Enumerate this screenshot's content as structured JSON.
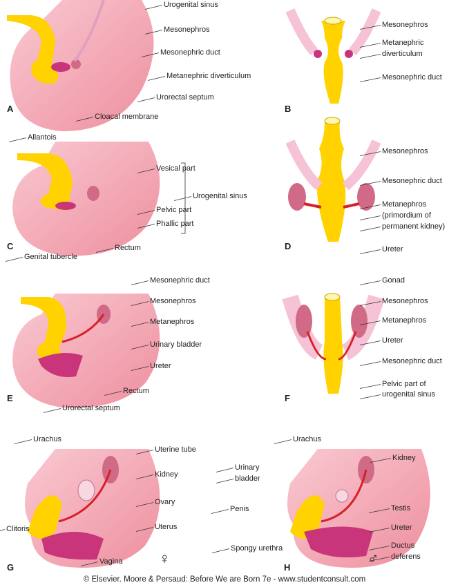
{
  "colors": {
    "pink": "#f2a3b0",
    "light_pink": "#f7c6d0",
    "yellow": "#ffd200",
    "magenta": "#c8357a",
    "red": "#d8202a",
    "mauve": "#d06a86"
  },
  "panels": {
    "A": {
      "letter": "A",
      "labels": [
        "Urogenital sinus",
        "Mesonephros",
        "Mesonephric duct",
        "Metanephric diverticulum",
        "Urorectal septum",
        "Cloacal membrane"
      ]
    },
    "B": {
      "letter": "B",
      "labels": [
        "Mesonephros",
        "Metanephric",
        "diverticulum",
        "Mesonephric duct"
      ]
    },
    "C": {
      "letter": "C",
      "labels": [
        "Allantois",
        "Vesical part",
        "Urogenital sinus",
        "Pelvic part",
        "Phallic part",
        "Rectum",
        "Genital tubercle"
      ]
    },
    "D": {
      "letter": "D",
      "labels": [
        "Mesonephros",
        "Mesonephric duct",
        "Metanephros",
        "(primordium of",
        "permanent kidney)",
        "Ureter"
      ]
    },
    "E": {
      "letter": "E",
      "labels": [
        "Mesonephric duct",
        "Mesonephros",
        "Metanephros",
        "Urinary bladder",
        "Ureter",
        "Rectum",
        "Urorectal septum"
      ]
    },
    "F": {
      "letter": "F",
      "labels": [
        "Gonad",
        "Mesonephros",
        "Metanephros",
        "Ureter",
        "Mesonephric duct",
        "Pelvic part of",
        "urogenital sinus"
      ]
    },
    "G": {
      "letter": "G",
      "symbol": "♀",
      "labels": [
        "Urachus",
        "Uterine tube",
        "Kidney",
        "Ovary",
        "Uterus",
        "Clitoris",
        "Vagina"
      ]
    },
    "H": {
      "letter": "H",
      "symbol": "♂",
      "labels": [
        "Urachus",
        "Urinary",
        "bladder",
        "Kidney",
        "Penis",
        "Testis",
        "Ureter",
        "Spongy urethra",
        "Ductus",
        "deferens"
      ]
    }
  },
  "footer": "© Elsevier. Moore & Persaud: Before We are Born 7e - www.studentconsult.com"
}
